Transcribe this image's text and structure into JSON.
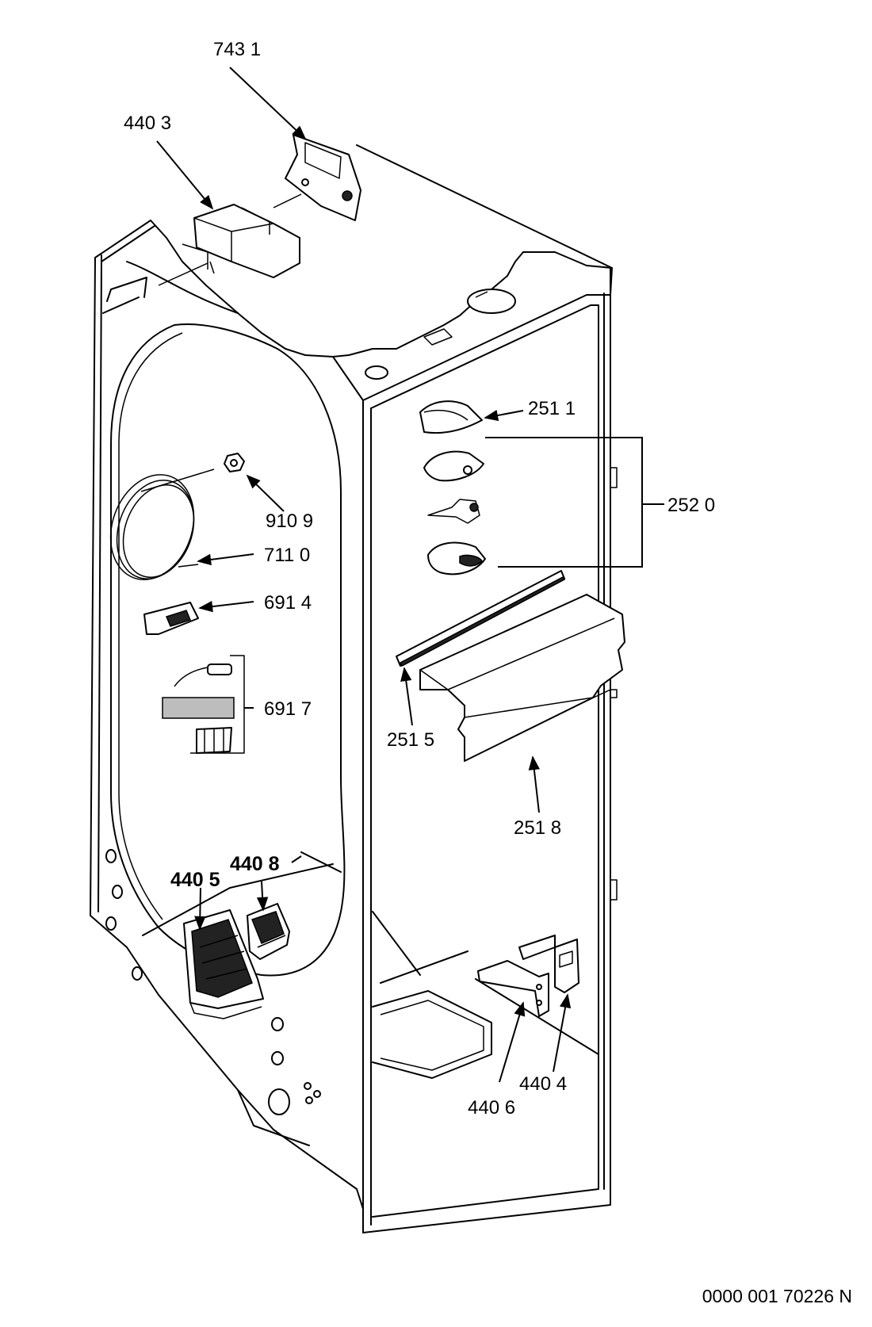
{
  "diagram": {
    "drawing_reference": "0000 001 70226 N",
    "callouts": {
      "c7431": "743 1",
      "c4403": "440 3",
      "c2511": "251 1",
      "c2520": "252 0",
      "c9109": "910 9",
      "c7110": "711 0",
      "c6914": "691 4",
      "c6917": "691 7",
      "c2515": "251 5",
      "c2518": "251 8",
      "c4408": "440 8",
      "c4405": "440 5",
      "c4404": "440 4",
      "c4406": "440 6"
    }
  }
}
